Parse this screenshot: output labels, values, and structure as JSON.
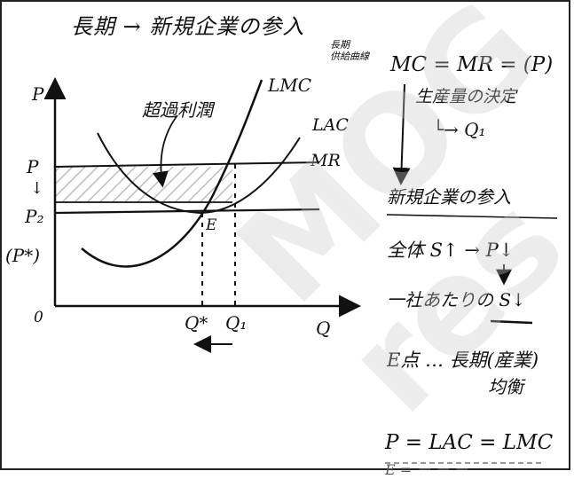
{
  "title": "長期 → 新規企業の参入",
  "graph": {
    "y_axis_label": "P",
    "x_axis_label": "Q",
    "origin_label": "0",
    "p_label": "P",
    "p_down_arrow": "↓",
    "p2_label": "P₂",
    "pstar_label": "(P*)",
    "e_label": "E",
    "qstar_label": "Q*",
    "q1_label": "Q₁",
    "lmc_label": "LMC",
    "lac_label": "LAC",
    "mr_label": "MR",
    "excess_profit_label": "超過利潤",
    "note_line1": "長期",
    "note_line2": "供給曲線"
  },
  "right": {
    "line1": "MC = MR = (P)",
    "line2": "生産量の決定",
    "line3": "└→ Q₁",
    "line4": "新規企業の参入",
    "line5": "全体 S↑ → P↓",
    "line6": "一社あたりの S↓",
    "line7": "E点 … 長期(産業)",
    "line8": "均衡",
    "line9": "P = LAC = LMC",
    "line10": "E = ー ー ー"
  },
  "watermark": "MOG res",
  "colors": {
    "ink": "#111111",
    "hatch": "#bdbdbd",
    "watermark": "#d8d8d8"
  }
}
